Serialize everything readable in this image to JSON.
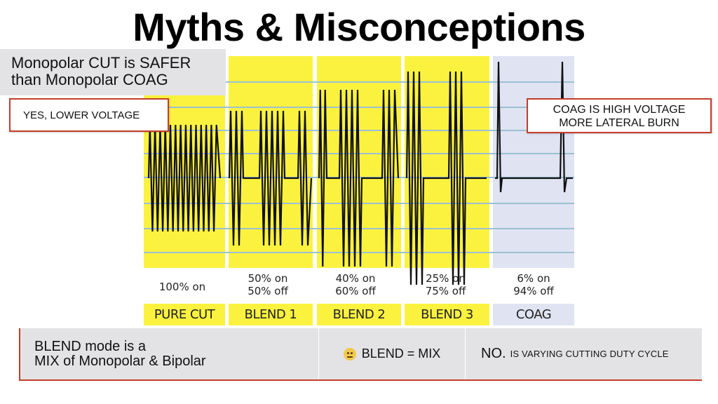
{
  "title": "Myths & Misconceptions",
  "myth_statement": [
    "Monopolar CUT is SAFER",
    "than Monopolar COAG"
  ],
  "callout_left": "YES, LOWER VOLTAGE",
  "callout_right": [
    "COAG IS HIGH VOLTAGE",
    "MORE LATERAL BURN"
  ],
  "colors": {
    "yellow_panel": "#fbf23f",
    "coag_panel": "#dfe3f2",
    "grid_line": "#9cc0d2",
    "wave": "#111111",
    "callout_border": "#c43d2b",
    "bar_gray": "#e3e3e6"
  },
  "channels": [
    {
      "mode": "PURE CUT",
      "duty": [
        "100% on"
      ],
      "on_fraction": 1.0
    },
    {
      "mode": "BLEND 1",
      "duty": [
        "50% on",
        "50% off"
      ],
      "on_fraction": 0.5
    },
    {
      "mode": "BLEND 2",
      "duty": [
        "40% on",
        "60% off"
      ],
      "on_fraction": 0.4
    },
    {
      "mode": "BLEND 3",
      "duty": [
        "25% on",
        "75% off"
      ],
      "on_fraction": 0.25
    },
    {
      "mode": "COAG",
      "duty": [
        "6% on",
        "94% off"
      ],
      "on_fraction": 0.06
    }
  ],
  "bottom_bar": {
    "myth": [
      "BLEND mode is a",
      "MIX of Monopolar & Bipolar"
    ],
    "guess_icon": "thinking-face-emoji",
    "guess": "BLEND = MIX",
    "answer_no": "NO.",
    "answer_detail": "IS VARYING CUTTING DUTY CYCLE"
  }
}
